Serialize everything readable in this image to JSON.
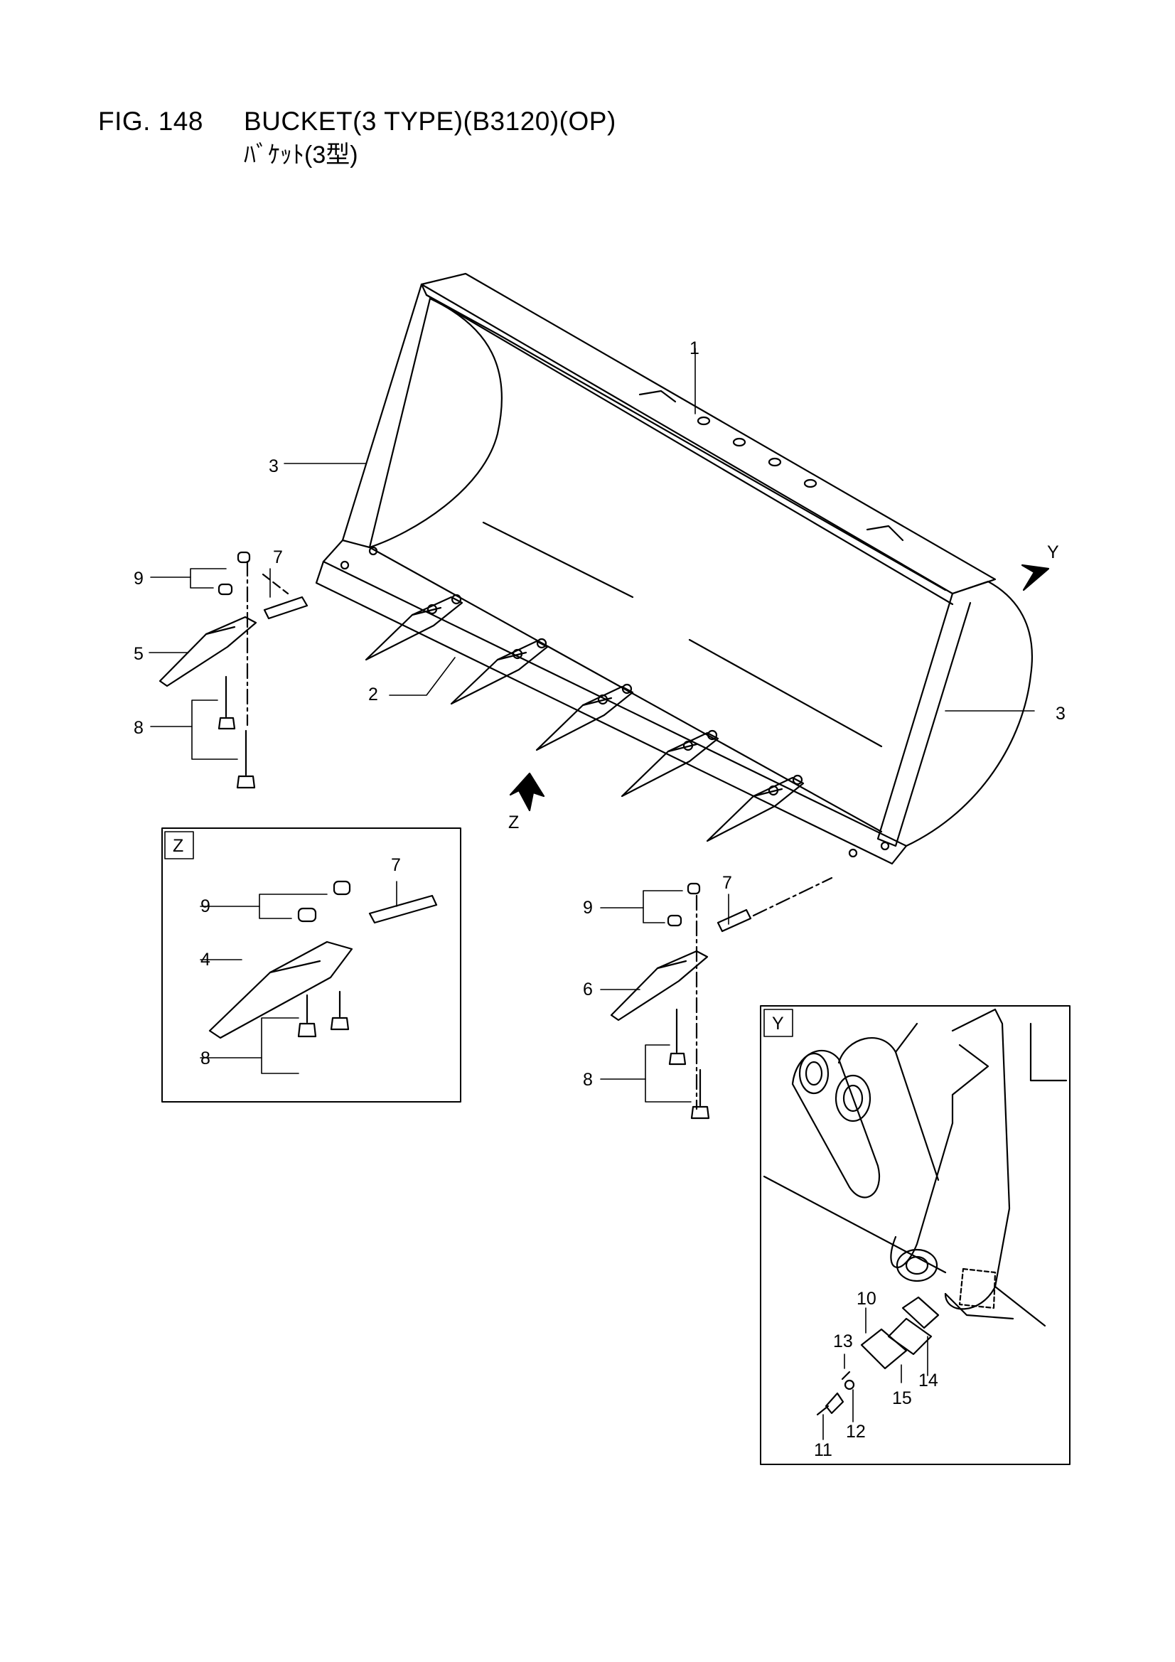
{
  "header": {
    "figure_number": "FIG. 148",
    "title": "BUCKET(3 TYPE)(B3120)(OP)",
    "subtitle_jp": "ﾊﾞｹｯﾄ(3型)"
  },
  "callouts": {
    "c1": "1",
    "c2": "2",
    "c3a": "3",
    "c3b": "3",
    "c5": "5",
    "c6": "6",
    "c7a": "7",
    "c7b": "7",
    "c7z": "7",
    "c8a": "8",
    "c8b": "8",
    "c8z": "8",
    "c9a": "9",
    "c9b": "9",
    "c9z": "9",
    "c4": "4",
    "c10": "10",
    "c11": "11",
    "c12": "12",
    "c13": "13",
    "c14": "14",
    "c15": "15"
  },
  "views": {
    "y_arrow": "Y",
    "z_arrow": "Z",
    "z_box": "Z",
    "y_box": "Y"
  }
}
